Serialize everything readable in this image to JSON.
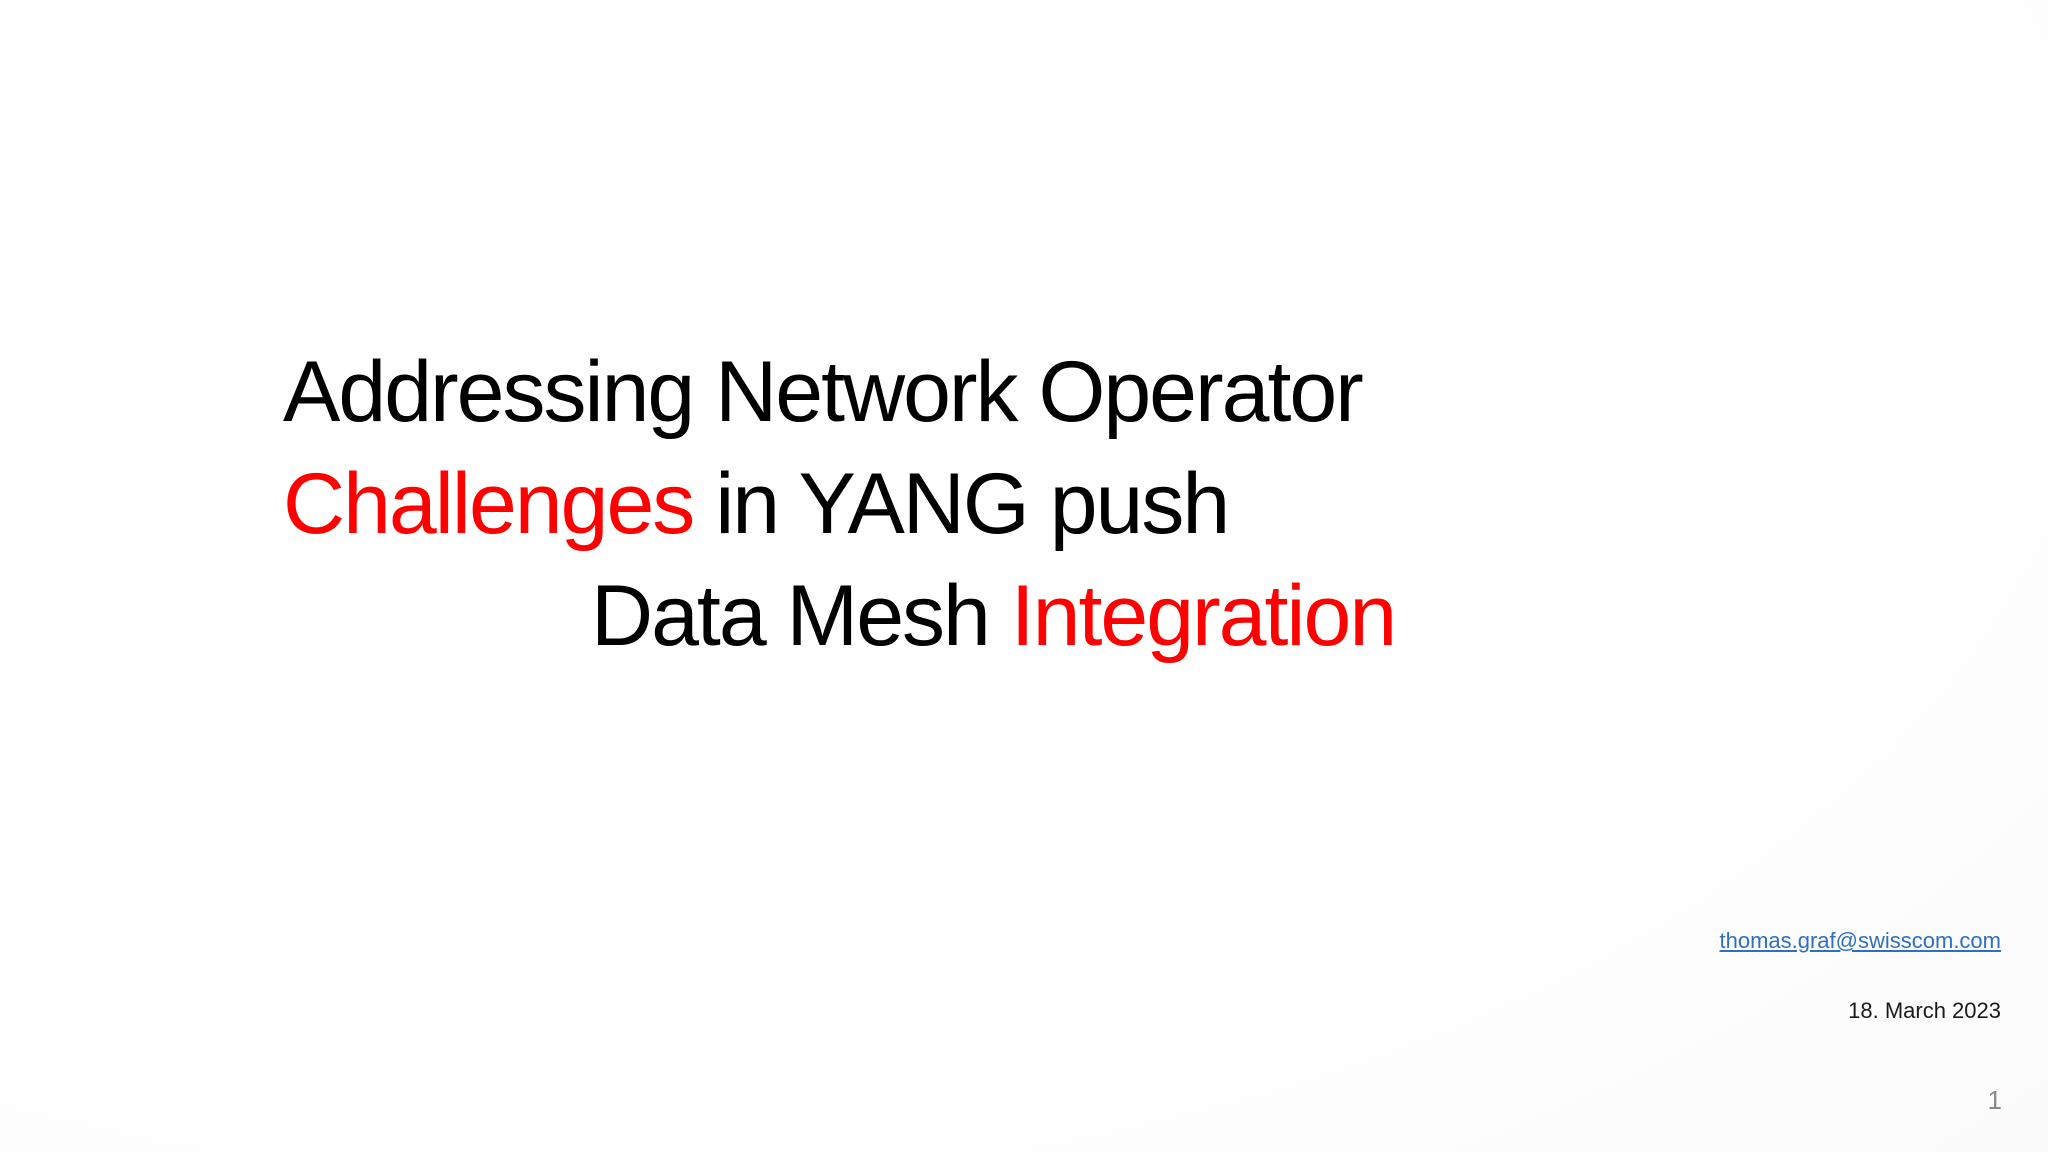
{
  "title": {
    "line1": "Addressing Network Operator",
    "line2_accent": "Challenges",
    "line2_rest": " in YANG push",
    "line3_plain": "Data Mesh ",
    "line3_accent": "Integration"
  },
  "contact": {
    "email": "thomas.graf@swisscom.com",
    "date": "18. March 2023"
  },
  "page_number": "1",
  "colors": {
    "accent": "#ff0000",
    "text": "#000000",
    "link": "#2f6fc2",
    "page_number": "#8a8a8a"
  }
}
